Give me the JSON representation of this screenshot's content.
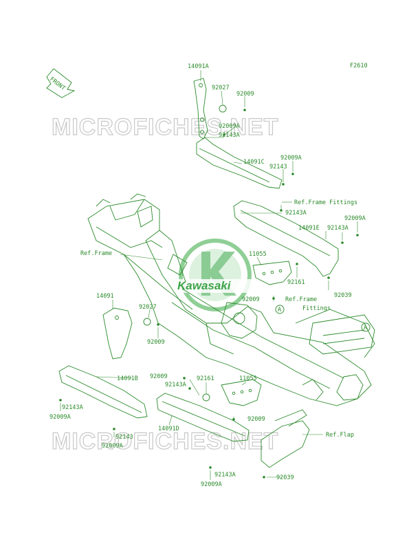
{
  "figure_id": "F2610",
  "front_label": "FRONT",
  "watermark": "MICROFICHES.NET",
  "logo_text": "Kawasaki",
  "colors": {
    "line": "#2a8a2a",
    "watermark": "#c8c8c8",
    "logo": "#2f9a3a"
  },
  "callouts": [
    {
      "text": "14091A"
    },
    {
      "text": "92027"
    },
    {
      "text": "92009"
    },
    {
      "text": "92009A"
    },
    {
      "text": "92143A"
    },
    {
      "text": "14091C"
    },
    {
      "text": "92009A"
    },
    {
      "text": "92143"
    },
    {
      "text": "Ref.Frame Fittings"
    },
    {
      "text": "92143A"
    },
    {
      "text": "14091E"
    },
    {
      "text": "92009A"
    },
    {
      "text": "92143A"
    },
    {
      "text": "Ref.Frame"
    },
    {
      "text": "11055"
    },
    {
      "text": "92161"
    },
    {
      "text": "92039"
    },
    {
      "text": "92009"
    },
    {
      "text": "Ref.Frame"
    },
    {
      "text": "Fittings"
    },
    {
      "text": "14091"
    },
    {
      "text": "92027"
    },
    {
      "text": "92009"
    },
    {
      "text": "92009"
    },
    {
      "text": "92143A"
    },
    {
      "text": "14091B"
    },
    {
      "text": "92161"
    },
    {
      "text": "11055"
    },
    {
      "text": "92143A"
    },
    {
      "text": "92009A"
    },
    {
      "text": "92009"
    },
    {
      "text": "92143"
    },
    {
      "text": "14091D"
    },
    {
      "text": "92009A"
    },
    {
      "text": "Ref.Flap"
    },
    {
      "text": "92143A"
    },
    {
      "text": "92039"
    },
    {
      "text": "92009A"
    }
  ],
  "ref_marks": [
    "A",
    "A"
  ]
}
